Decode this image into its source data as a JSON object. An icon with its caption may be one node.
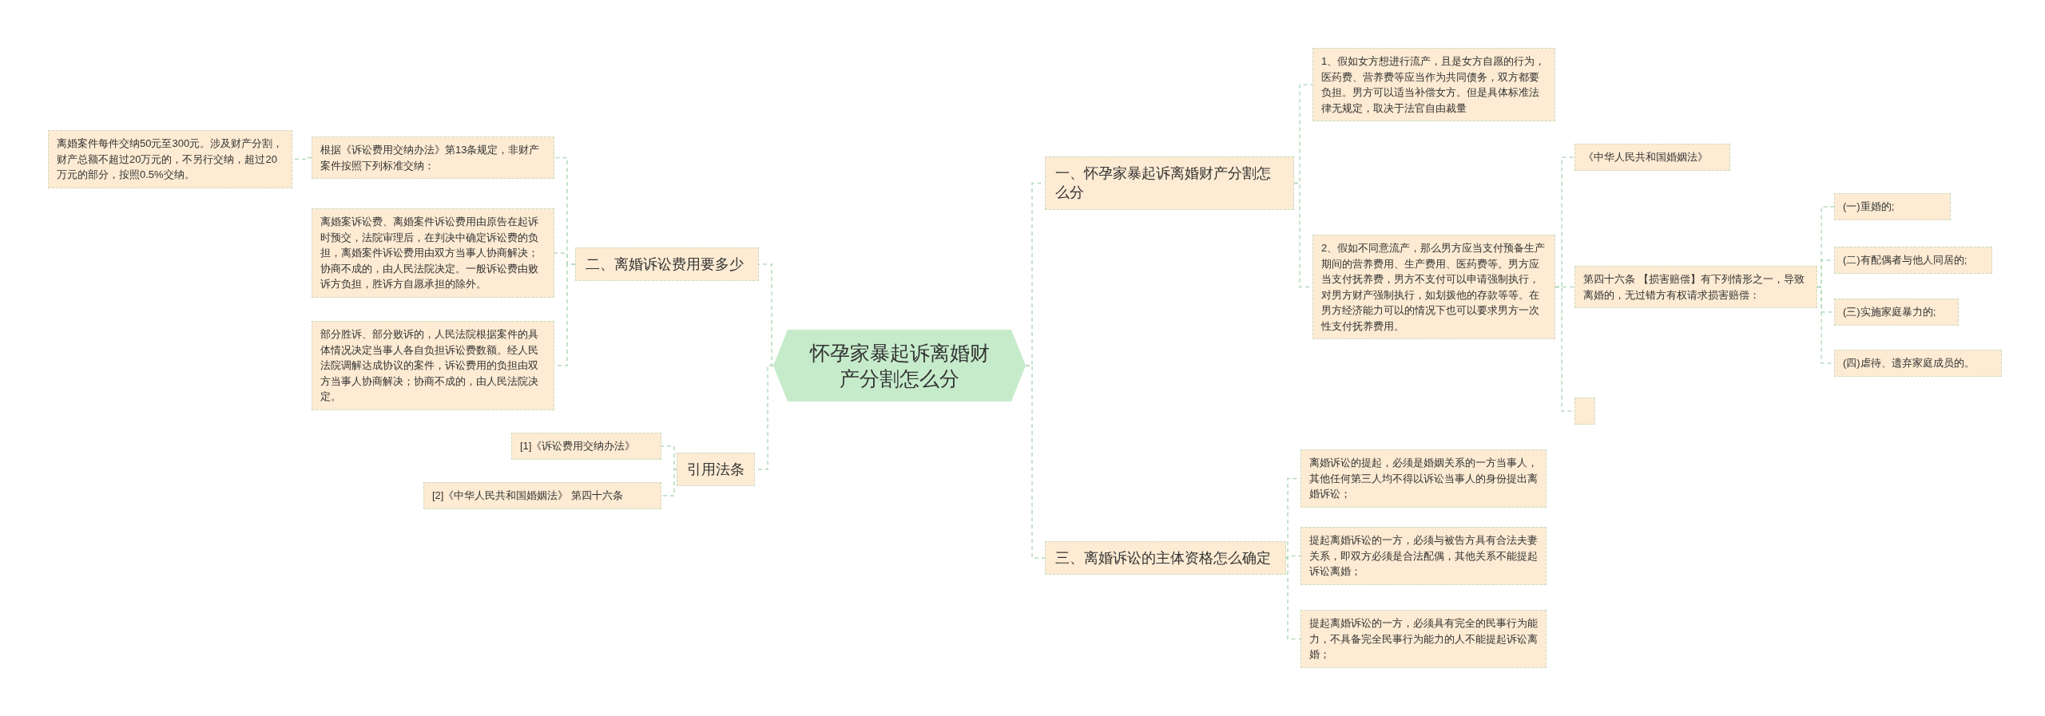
{
  "diagram": {
    "nodes": [
      {
        "text": [
          "怀孕家暴起诉离婚财产分割怎么分"
        ]
      },
      {
        "text": [
          "二、离婚诉讼费用要多少"
        ]
      },
      {
        "text": [
          "根据《诉讼费用交纳办法》第13条规定，非财产案件按照下列标准交纳："
        ]
      },
      {
        "text": [
          "离婚案件每件交纳50元至300元。涉及财产分割，财产总额不超过20万元的，不另行交纳，超过20万元的部分，按照0.5%交纳。"
        ]
      },
      {
        "text": [
          "离婚案诉讼费、离婚案件诉讼费用由原告在起诉时预交，法院审理后，在判决中确定诉讼费的负担，离婚案件诉讼费用由双方当事人协商解决；协商不成的，由人民法院决定。一般诉讼费由败诉方负担，胜诉方自愿承担的除外。"
        ]
      },
      {
        "text": [
          "部分胜诉、部分败诉的，人民法院根据案件的具体情况决定当事人各自负担诉讼费数额。经人民法院调解达成协议的案件，诉讼费用的负担由双方当事人协商解决；协商不成的，由人民法院决定。"
        ]
      },
      {
        "text": [
          "引用法条"
        ]
      },
      {
        "text": [
          "[1]《诉讼费用交纳办法》"
        ]
      },
      {
        "text": [
          "[2]《中华人民共和国婚姻法》 第四十六条"
        ]
      },
      {
        "text": [
          "一、怀孕家暴起诉离婚财产分割怎么分"
        ]
      },
      {
        "text": [
          "1、假如女方想进行流产，且是女方自愿的行为，医药费、营养费等应当作为共同债务，双方都要负担。男方可以适当补偿女方。但是具体标准法律无规定，取决于法官自由裁量"
        ]
      },
      {
        "text": [
          "2、假如不同意流产，那么男方应当支付预备生产期间的营养费用、生产费用、医药费等。男方应当支付抚养费，男方不支付可以申请强制执行，对男方财产强制执行，如划拨他的存款等等。在男方经济能力可以的情况下也可以要求男方一次性支付抚养费用。"
        ]
      },
      {
        "text": [
          "《中华人民共和国婚姻法》"
        ]
      },
      {
        "text": [
          "第四十六条 【损害赔偿】有下列情形之一，导致离婚的，无过错方有权请求损害赔偿："
        ]
      },
      {
        "text": [
          "(一)重婚的;"
        ]
      },
      {
        "text": [
          "(二)有配偶者与他人同居的;"
        ]
      },
      {
        "text": [
          "(三)实施家庭暴力的;"
        ]
      },
      {
        "text": [
          "(四)虐待、遗弃家庭成员的。"
        ]
      },
      {
        "text": [],
        "shape": "box"
      },
      {
        "text": [
          "三、离婚诉讼的主体资格怎么确定"
        ]
      },
      {
        "text": [
          "离婚诉讼的提起，必须是婚姻关系的一方当事人，其他任何第三人均不得以诉讼当事人的身份提出离婚诉讼；"
        ]
      },
      {
        "text": [
          "提起离婚诉讼的一方，必须与被告方具有合法夫妻关系，即双方必须是合法配偶，其他关系不能提起诉讼离婚；"
        ]
      },
      {
        "text": [
          "提起离婚诉讼的一方，必须具有完全的民事行为能力，不具备完全民事行为能力的人不能提起诉讼离婚；"
        ]
      }
    ],
    "edges": [
      {
        "from": 0,
        "to": 1,
        "arrow": "none",
        "style": "dashed"
      },
      {
        "from": 1,
        "to": 2,
        "arrow": "none",
        "style": "dashed"
      },
      {
        "from": 2,
        "to": 3,
        "arrow": "none",
        "style": "dashed"
      },
      {
        "from": 1,
        "to": 4,
        "arrow": "none",
        "style": "dashed"
      },
      {
        "from": 1,
        "to": 5,
        "arrow": "none",
        "style": "dashed"
      },
      {
        "from": 0,
        "to": 6,
        "arrow": "none",
        "style": "dashed"
      },
      {
        "from": 6,
        "to": 7,
        "arrow": "none",
        "style": "dashed"
      },
      {
        "from": 6,
        "to": 8,
        "arrow": "none",
        "style": "dashed"
      },
      {
        "from": 0,
        "to": 9,
        "arrow": "none",
        "style": "dashed"
      },
      {
        "from": 9,
        "to": 10,
        "arrow": "none",
        "style": "dashed"
      },
      {
        "from": 9,
        "to": 11,
        "arrow": "none",
        "style": "dashed"
      },
      {
        "from": 11,
        "to": 12,
        "arrow": "none",
        "style": "dashed"
      },
      {
        "from": 11,
        "to": 13,
        "arrow": "none",
        "style": "dashed"
      },
      {
        "from": 13,
        "to": 14,
        "arrow": "none",
        "style": "dashed"
      },
      {
        "from": 13,
        "to": 15,
        "arrow": "none",
        "style": "dashed"
      },
      {
        "from": 13,
        "to": 16,
        "arrow": "none",
        "style": "dashed"
      },
      {
        "from": 13,
        "to": 17,
        "arrow": "none",
        "style": "dashed"
      },
      {
        "from": 11,
        "to": 18,
        "arrow": "none",
        "style": "dashed"
      },
      {
        "from": 0,
        "to": 19,
        "arrow": "none",
        "style": "dashed"
      },
      {
        "from": 19,
        "to": 20,
        "arrow": "none",
        "style": "dashed"
      },
      {
        "from": 19,
        "to": 21,
        "arrow": "none",
        "style": "dashed"
      },
      {
        "from": 19,
        "to": 22,
        "arrow": "none",
        "style": "dashed"
      }
    ]
  }
}
